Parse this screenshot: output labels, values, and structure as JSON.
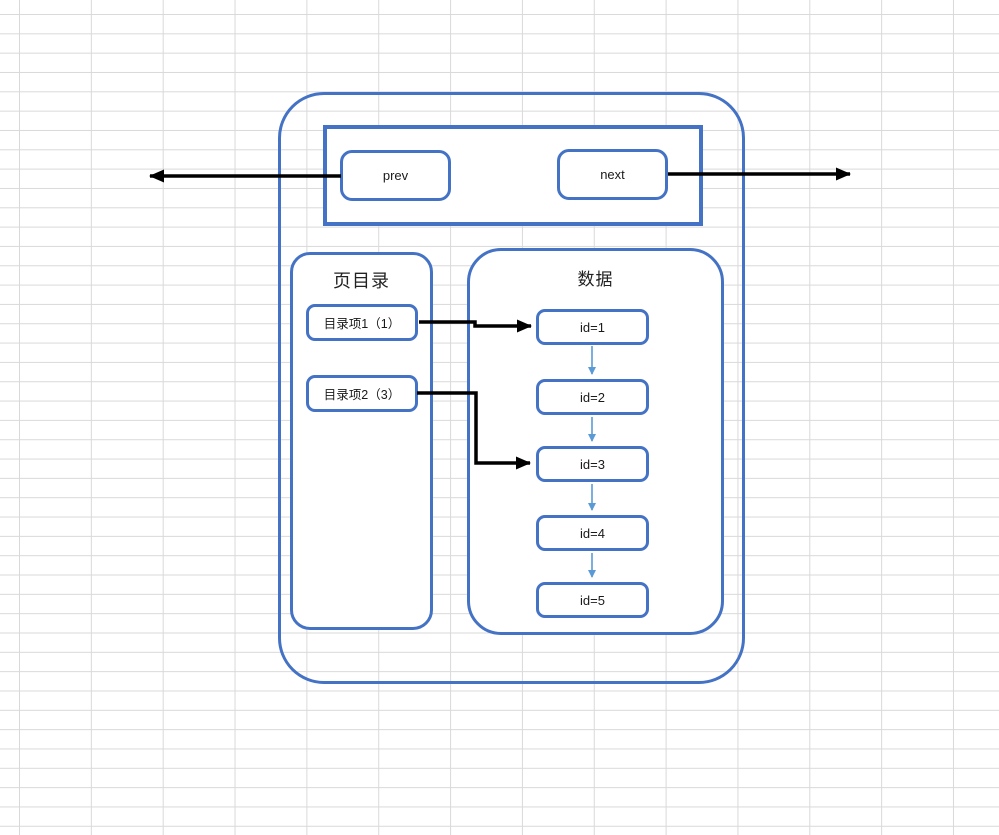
{
  "diagram": {
    "page_node": {
      "header": {
        "prev_label": "prev",
        "next_label": "next"
      },
      "directory": {
        "title": "页目录",
        "items": [
          {
            "label": "目录项1（1）"
          },
          {
            "label": "目录项2（3）"
          }
        ]
      },
      "data_area": {
        "title": "数据",
        "records": [
          {
            "label": "id=1"
          },
          {
            "label": "id=2"
          },
          {
            "label": "id=3"
          },
          {
            "label": "id=4"
          },
          {
            "label": "id=5"
          }
        ]
      }
    },
    "colors": {
      "node_border": "#4472c4",
      "record_connector": "#5b9bd5",
      "link_arrow": "#000000",
      "grid_line": "#d9d9d9",
      "background": "#ffffff"
    }
  }
}
